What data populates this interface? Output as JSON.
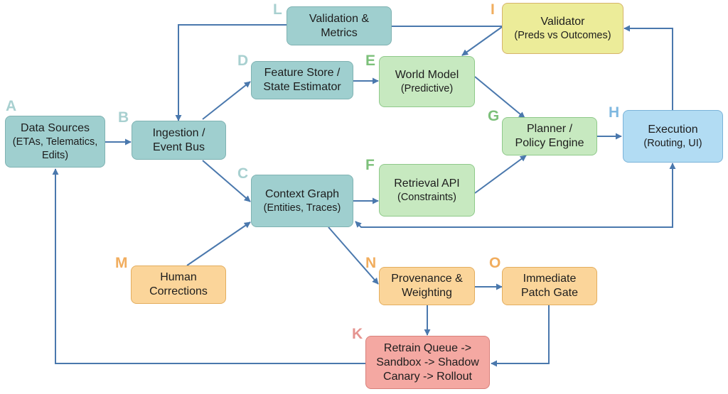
{
  "diagram": {
    "type": "flowchart",
    "edge_color": "#4a78ad",
    "nodes": {
      "A": {
        "letter": "A",
        "title": "Data Sources",
        "subtitle": "(ETAs, Telematics,",
        "subtitle2": "Edits)",
        "color": "#9fcfcf"
      },
      "B": {
        "letter": "B",
        "title": "Ingestion /",
        "title2": "Event Bus",
        "color": "#9fcfcf"
      },
      "C": {
        "letter": "C",
        "title": "Context Graph",
        "subtitle": "(Entities, Traces)",
        "color": "#9fcfcf"
      },
      "D": {
        "letter": "D",
        "title": "Feature Store /",
        "title2": "State Estimator",
        "color": "#9fcfcf"
      },
      "E": {
        "letter": "E",
        "title": "World Model",
        "subtitle": "(Predictive)",
        "color": "#c7e9c0"
      },
      "F": {
        "letter": "F",
        "title": "Retrieval API",
        "subtitle": "(Constraints)",
        "color": "#c7e9c0"
      },
      "G": {
        "letter": "G",
        "title": "Planner /",
        "title2": "Policy Engine",
        "color": "#c7e9c0"
      },
      "H": {
        "letter": "H",
        "title": "Execution",
        "subtitle": "(Routing, UI)",
        "color": "#b2dcf3"
      },
      "I": {
        "letter": "I",
        "title": "Validator",
        "subtitle": "(Preds vs Outcomes)",
        "color": "#ecec99"
      },
      "K": {
        "letter": "K",
        "line1": "Retrain Queue ->",
        "line2": "Sandbox -> Shadow",
        "line3": "Canary -> Rollout",
        "color": "#f4a8a2"
      },
      "L": {
        "letter": "L",
        "title": "Validation &",
        "title2": "Metrics",
        "color": "#9fcfcf"
      },
      "M": {
        "letter": "M",
        "title": "Human",
        "title2": "Corrections",
        "color": "#fbd59a"
      },
      "N": {
        "letter": "N",
        "title": "Provenance &",
        "title2": "Weighting",
        "color": "#fbd59a"
      },
      "O": {
        "letter": "O",
        "title": "Immediate",
        "title2": "Patch Gate",
        "color": "#fbd59a"
      }
    },
    "edges": [
      {
        "from": "A",
        "to": "B"
      },
      {
        "from": "B",
        "to": "D"
      },
      {
        "from": "B",
        "to": "C"
      },
      {
        "from": "D",
        "to": "E"
      },
      {
        "from": "E",
        "to": "G"
      },
      {
        "from": "C",
        "to": "F"
      },
      {
        "from": "F",
        "to": "G"
      },
      {
        "from": "G",
        "to": "H"
      },
      {
        "from": "H",
        "to": "I"
      },
      {
        "from": "I",
        "to": "E"
      },
      {
        "from": "I",
        "to": "L"
      },
      {
        "from": "L",
        "to": "B"
      },
      {
        "from": "H",
        "to": "C",
        "bidirectional": true
      },
      {
        "from": "M",
        "to": "C"
      },
      {
        "from": "C",
        "to": "N"
      },
      {
        "from": "N",
        "to": "O"
      },
      {
        "from": "N",
        "to": "K"
      },
      {
        "from": "O",
        "to": "K"
      },
      {
        "from": "K",
        "to": "A"
      }
    ]
  }
}
